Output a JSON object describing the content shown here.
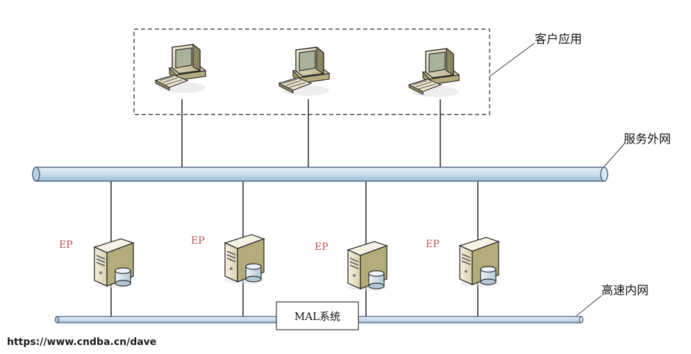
{
  "labels": {
    "client_apps": "客户应用",
    "service_extranet": "服务外网",
    "high_speed_intranet": "高速内网",
    "mal_system": "MAL系统",
    "ep": "EP"
  },
  "watermark": "https://www.cndba.cn/dave",
  "clients": [
    {
      "id": "client-1"
    },
    {
      "id": "client-2"
    },
    {
      "id": "client-3"
    }
  ],
  "servers": [
    {
      "id": "ep-1",
      "label": "EP"
    },
    {
      "id": "ep-2",
      "label": "EP"
    },
    {
      "id": "ep-3",
      "label": "EP"
    },
    {
      "id": "ep-4",
      "label": "EP"
    }
  ],
  "colors": {
    "bus_fill": "#c9dcec",
    "bus_stroke": "#3f5f7f",
    "ep_label": "#c0504d",
    "server_body": "#ece7cf",
    "server_side": "#b5ac7c",
    "monitor_screen": "#a8b39a"
  },
  "icons": {
    "client": "desktop-computer-icon",
    "server": "server-with-database-icon"
  }
}
